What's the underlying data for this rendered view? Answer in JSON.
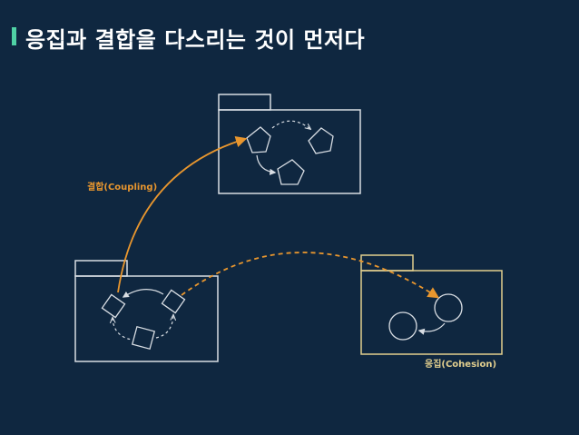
{
  "title": "응집과 결합을 다스리는 것이 먼저다",
  "labels": {
    "coupling": "결합(Coupling)",
    "cohesion": "응집(Cohesion)"
  },
  "colors": {
    "background": "#0f2740",
    "accent_bar": "#4fd1a5",
    "coupling": "#e8962e",
    "cohesion_package": "#e2cf8e",
    "package_outline": "#d8dde3"
  }
}
